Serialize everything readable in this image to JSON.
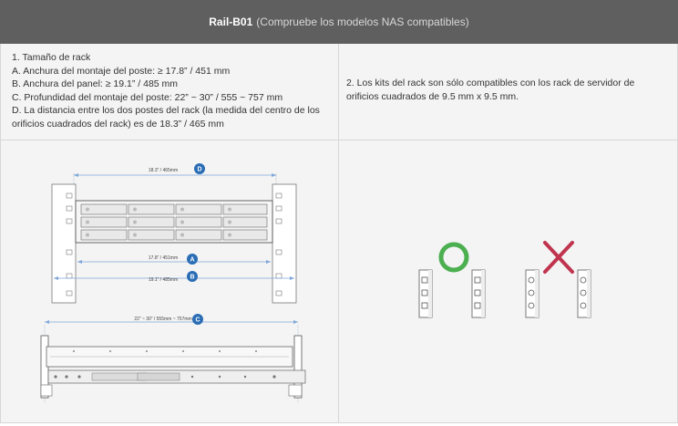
{
  "header": {
    "title": "Rail-B01",
    "subtitle": "(Compruebe los modelos NAS compatibles)"
  },
  "spec": {
    "lines": [
      "1. Tamaño de rack",
      "A. Anchura del montaje del poste: ≥ 17.8” / 451 mm",
      "B. Anchura del panel: ≥ 19.1” / 485 mm",
      "C. Profundidad del montaje del poste: 22” ~ 30” / 555 ~ 757 mm",
      "D. La distancia entre los dos postes del rack (la medida del centro de los",
      "orificios cuadrados del rack) es de 18.3” / 465 mm"
    ]
  },
  "compat": {
    "lines": [
      "2. Los kits del rack son sólo compatibles con los rack de servidor de",
      "orificios cuadrados de 9.5 mm x 9.5 mm."
    ]
  },
  "diagram": {
    "dim_d": "18.3” / 465mm",
    "dim_a": "17.8” / 451mm",
    "dim_b": "19.1” / 485mm",
    "dim_c": "22” ~ 30” / 555mm ~ 757mm",
    "badge_a": "A",
    "badge_b": "B",
    "badge_c": "C",
    "badge_d": "D"
  },
  "colors": {
    "header_bg": "#5f5f5f",
    "badge": "#2a6db5",
    "ok": "#4caf50",
    "bad": "#c0344f"
  },
  "icons": {
    "ok": "circle-ok-icon",
    "bad": "cross-bad-icon"
  }
}
